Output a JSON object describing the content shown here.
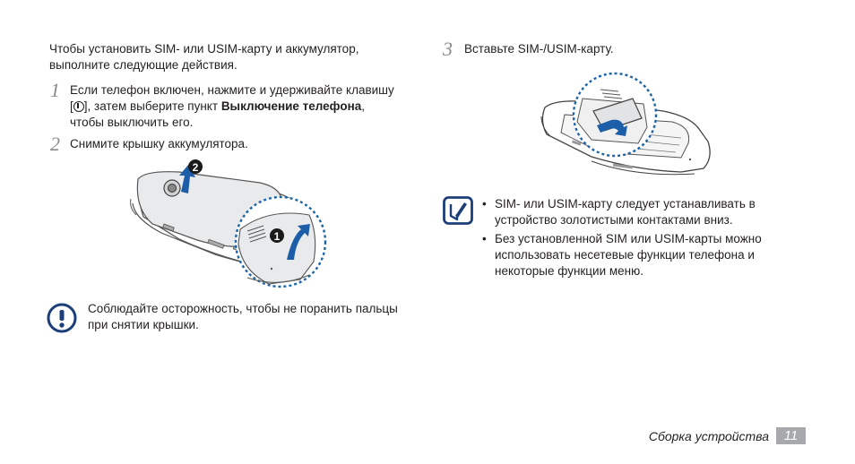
{
  "intro": {
    "line1": "Чтобы установить SIM- или USIM-карту и аккумулятор,",
    "line2": "выполните следующие действия."
  },
  "step1": {
    "number": "1",
    "line1": "Если телефон включен, нажмите и удерживайте клавишу",
    "bracket_open": "[",
    "key_icon": "power-icon",
    "after_key": "], затем выберите пункт ",
    "bold_item": "Выключение телефона",
    "comma": ",",
    "line3": "чтобы выключить его."
  },
  "step2": {
    "number": "2",
    "text": "Снимите крышку аккумулятора.",
    "callout1": "1",
    "callout2": "2"
  },
  "caution": {
    "icon": "exclamation-icon",
    "line1": "Соблюдайте осторожность, чтобы не поранить пальцы",
    "line2": "при снятии крышки."
  },
  "step3": {
    "number": "3",
    "text": "Вставьте SIM-/USIM-карту."
  },
  "notes": {
    "icon": "note-pencil-icon",
    "bullet": "•",
    "items": [
      {
        "line1": "SIM- или USIM-карту следует устанавливать в",
        "line2": "устройство золотистыми контактами вниз."
      },
      {
        "line1": "Без установленной SIM или USIM-карты можно",
        "line2": "использовать несетевые функции телефона и",
        "line3": "некоторые функции меню."
      }
    ]
  },
  "footer": {
    "section": "Сборка устройства",
    "page": "11"
  },
  "colors": {
    "accent_blue": "#1b64a8",
    "dark_blue": "#1c3f7a",
    "gray": "#a7a9ac"
  }
}
